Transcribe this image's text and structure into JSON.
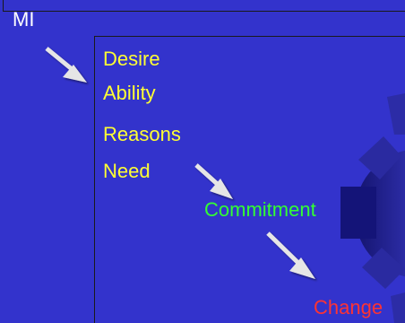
{
  "diagram": {
    "title": "MI",
    "factors": [
      "Desire",
      "Ability",
      "Reasons",
      "Need"
    ],
    "commitment": "Commitment",
    "change": "Change"
  },
  "colors": {
    "background": "#3333cc",
    "title": "#ffffff",
    "factors": "#ffff33",
    "commitment": "#33ff33",
    "change": "#ff3333",
    "arrows": "#e6e6e6",
    "gear": "#2a2a9a"
  },
  "icons": {
    "arrow": "arrow-down-right-icon",
    "gear": "gear-icon"
  }
}
